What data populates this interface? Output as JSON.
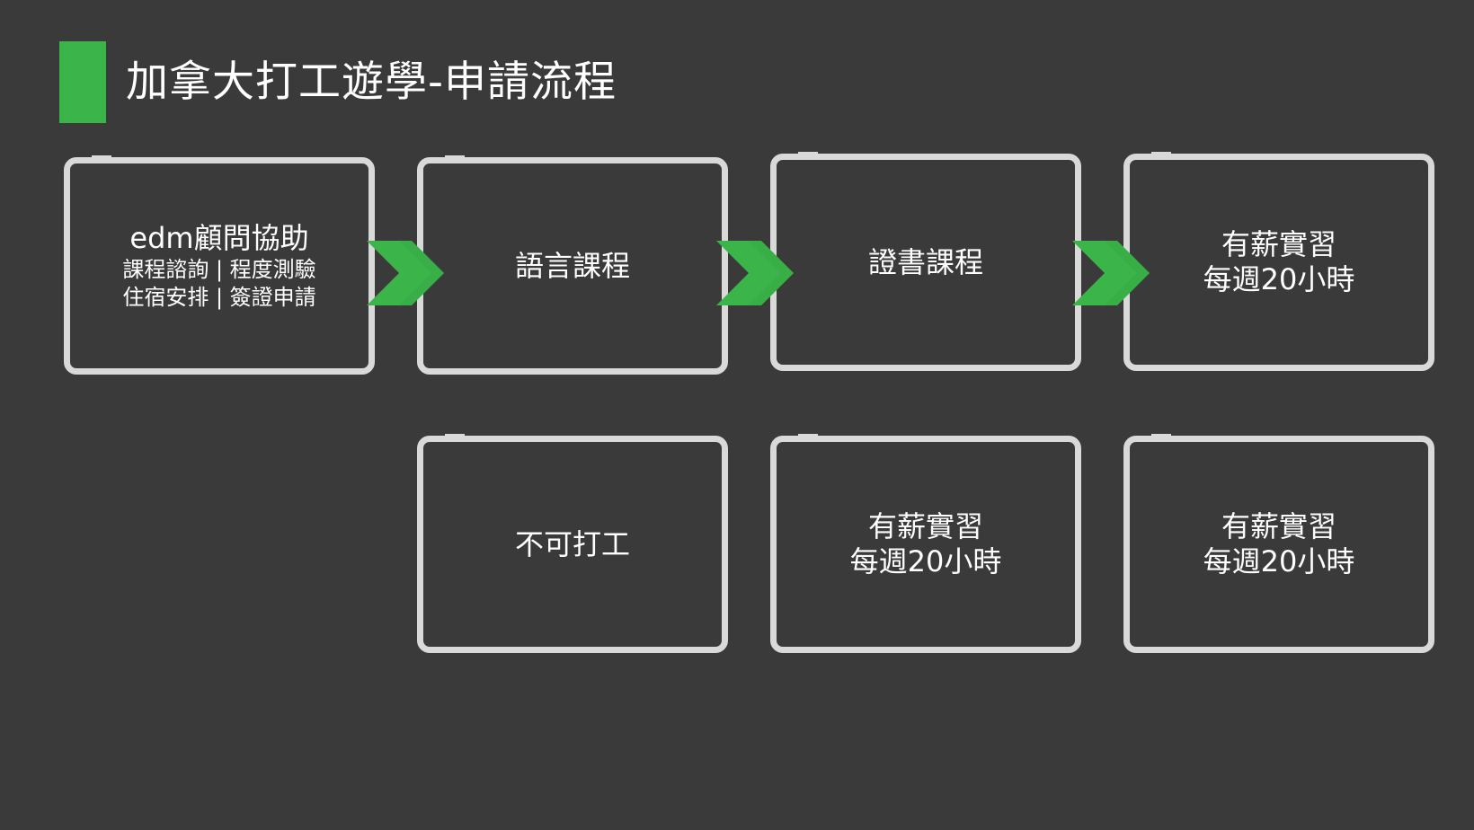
{
  "title": "加拿大打工遊學-申請流程",
  "colors": {
    "background": "#3a3a3a",
    "accent": "#3bb54a",
    "box_border": "#d9d9d9",
    "text": "#ffffff"
  },
  "steps": [
    {
      "main": [
        "edm顧問協助"
      ],
      "sub": [
        "課程諮詢 | 程度測驗",
        "住宿安排 | 簽證申請"
      ]
    },
    {
      "main": [
        "語言課程"
      ],
      "sub": []
    },
    {
      "main": [
        "證書課程"
      ],
      "sub": []
    },
    {
      "main": [
        "有薪實習",
        "每週20小時"
      ],
      "sub": []
    }
  ],
  "work_rules": [
    {
      "main": [
        "不可打工"
      ]
    },
    {
      "main": [
        "有薪實習",
        "每週20小時"
      ]
    },
    {
      "main": [
        "有薪實習",
        "每週20小時"
      ]
    }
  ],
  "connectors": [
    {
      "icon": "chevron-arrow-icon"
    },
    {
      "icon": "chevron-arrow-icon"
    },
    {
      "icon": "chevron-arrow-icon"
    }
  ]
}
